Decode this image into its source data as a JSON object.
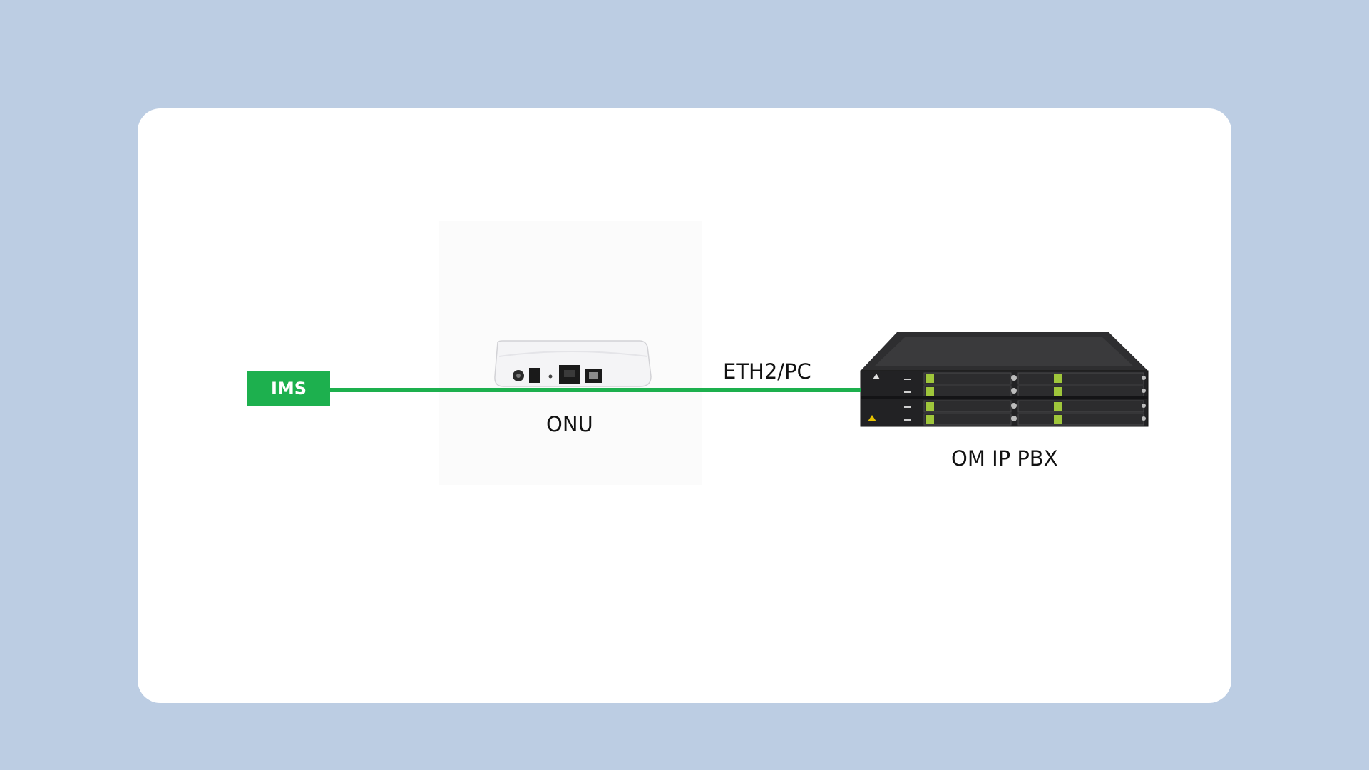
{
  "diagram": {
    "source": {
      "label": "IMS",
      "color": "#1db04e"
    },
    "devices": [
      {
        "id": "onu",
        "label": "ONU"
      },
      {
        "id": "pbx",
        "label": "OM IP PBX"
      }
    ],
    "link": {
      "label": "ETH2/PC",
      "color": "#1db04e"
    }
  },
  "colors": {
    "background": "#bccde3",
    "card": "#ffffff",
    "accent": "#1db04e"
  }
}
